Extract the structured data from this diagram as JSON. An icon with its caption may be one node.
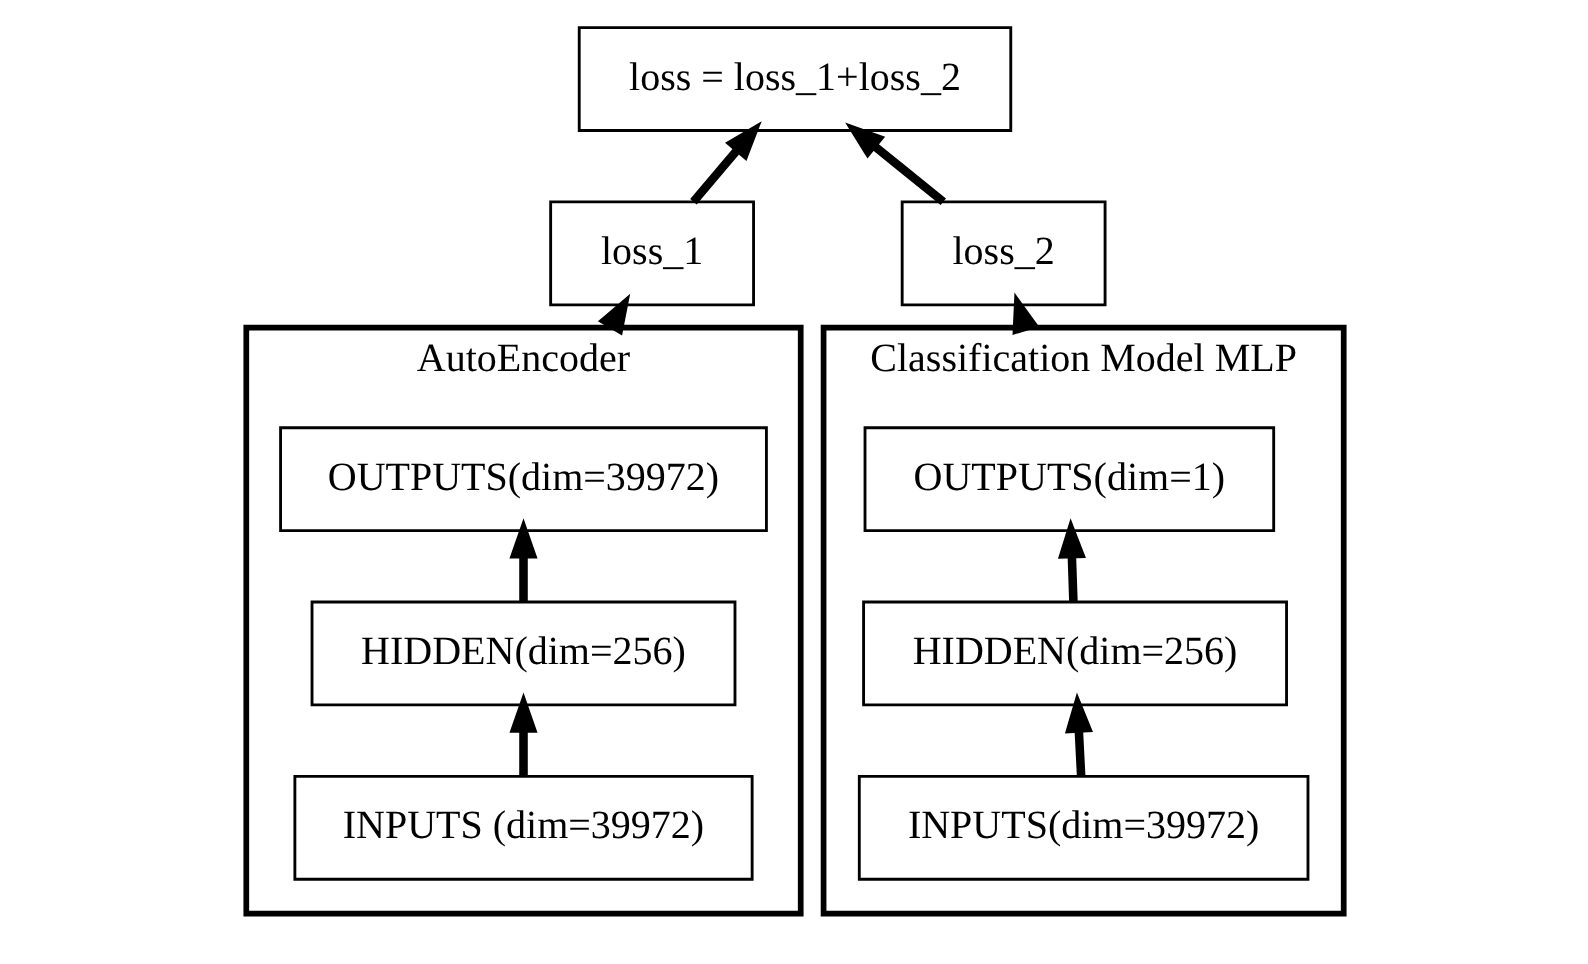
{
  "diagram": {
    "nodes": [
      {
        "text": [
          "loss = loss_1+loss_2"
        ]
      },
      {
        "text": [
          "loss_1"
        ]
      },
      {
        "text": [
          "loss_2"
        ]
      },
      {
        "text": [
          "AutoEncoder"
        ]
      },
      {
        "text": [
          "OUTPUTS(dim=39972)"
        ],
        "in": 3
      },
      {
        "text": [
          "HIDDEN(dim=256)"
        ],
        "in": 3
      },
      {
        "text": [
          "INPUTS (dim=39972)"
        ],
        "in": 3
      },
      {
        "text": [
          "Classification Model MLP"
        ]
      },
      {
        "text": [
          "OUTPUTS(dim=1)"
        ],
        "in": 7
      },
      {
        "text": [
          "HIDDEN(dim=256)"
        ],
        "in": 7
      },
      {
        "text": [
          "INPUTS(dim=39972)"
        ],
        "in": 7
      }
    ],
    "edges": [
      {
        "from": 6,
        "to": 5,
        "arrow": "to"
      },
      {
        "from": 5,
        "to": 4,
        "arrow": "to"
      },
      {
        "from": 10,
        "to": 9,
        "arrow": "to"
      },
      {
        "from": 9,
        "to": 8,
        "arrow": "to"
      },
      {
        "from": 3,
        "to": 1,
        "arrow": "to"
      },
      {
        "from": 7,
        "to": 2,
        "arrow": "to"
      },
      {
        "from": 1,
        "to": 0,
        "arrow": "to"
      },
      {
        "from": 2,
        "to": 0,
        "arrow": "to"
      }
    ]
  }
}
